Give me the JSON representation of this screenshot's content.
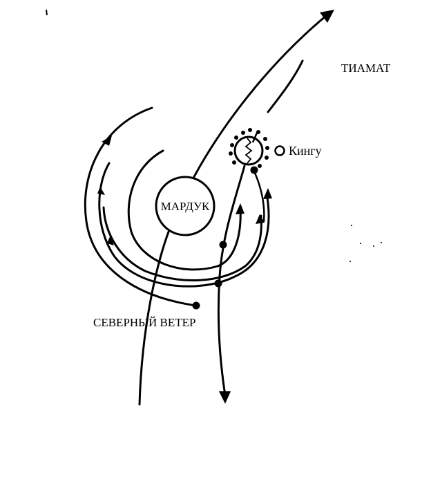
{
  "labels": {
    "tiamat": "ТИАМАТ",
    "marduk": "МАРДУК",
    "kingu": "Кингу",
    "north_wind": "СЕВЕРНЫЙ ВЕТЕР"
  }
}
